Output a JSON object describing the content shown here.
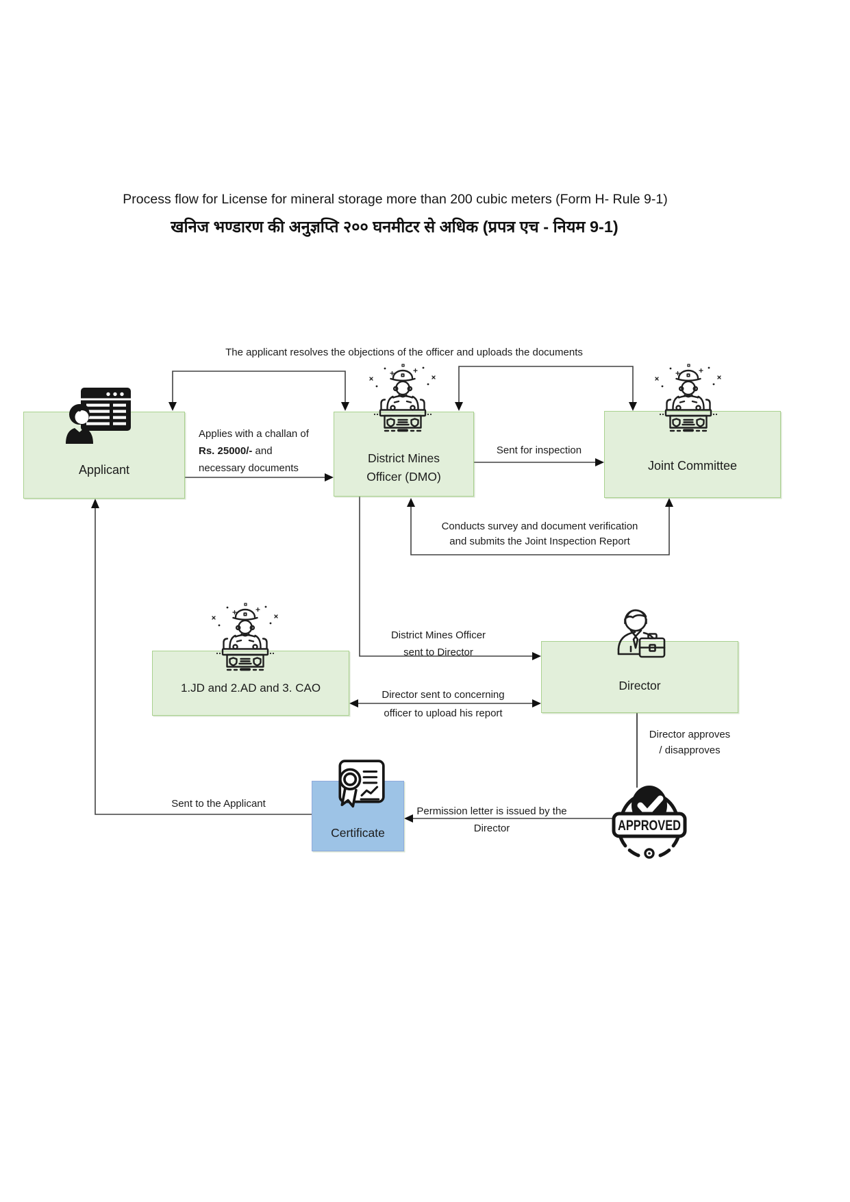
{
  "titles": {
    "en": "Process flow for License for mineral storage more than 200 cubic meters (Form H- Rule 9-1)",
    "hi": "खनिज भण्डारण की अनुज्ञप्ति २०० घनमीटर से अधिक (प्रपत्र एच - नियम 9-1)"
  },
  "nodes": {
    "applicant": {
      "label": "Applicant"
    },
    "dmo": {
      "label": "District Mines Officer (DMO)"
    },
    "joint_committee": {
      "label": "Joint Committee"
    },
    "jd_ad_cao": {
      "label": "1.JD and 2.AD and 3. CAO"
    },
    "director": {
      "label": "Director"
    },
    "certificate": {
      "label": "Certificate"
    }
  },
  "edge_labels": {
    "resolve_objections": "The applicant resolves the objections of the officer and uploads the documents",
    "applies_prefix": "Applies with a challan of ",
    "applies_amount": "Rs. 25000/-",
    "applies_suffix": " and necessary documents",
    "sent_for_inspection": "Sent for inspection",
    "conducts_line1": "Conducts survey and document verification",
    "conducts_line2": "and submits the Joint Inspection Report",
    "dmo_to_director_line1": "District Mines Officer",
    "dmo_to_director_line2": "sent to Director",
    "director_concerning_line1": "Director sent to concerning",
    "director_concerning_line2": "officer to upload his report",
    "approves_line1": "Director approves",
    "approves_line2": "/ disapproves",
    "permission_line1": "Permission letter is issued by the",
    "permission_line2": "Director",
    "sent_to_applicant": "Sent to the Applicant"
  },
  "stamp": {
    "text": "APPROVED"
  },
  "icons": {
    "applicant": "person-profile-document-icon",
    "dmo": "officer-at-desk-icon",
    "joint_committee": "officer-at-desk-icon",
    "jd_ad_cao": "officer-at-desk-icon",
    "director": "businessman-briefcase-icon",
    "certificate": "certificate-ribbon-icon",
    "approved": "approved-stamp-icon"
  },
  "colors": {
    "node_fill": "#e2efda",
    "node_border": "#a9d18e",
    "certificate_fill": "#9dc3e6",
    "certificate_border": "#8faadc",
    "connector_line": "#404040",
    "arrowhead": "#111111",
    "text": "#1b1b1b"
  }
}
